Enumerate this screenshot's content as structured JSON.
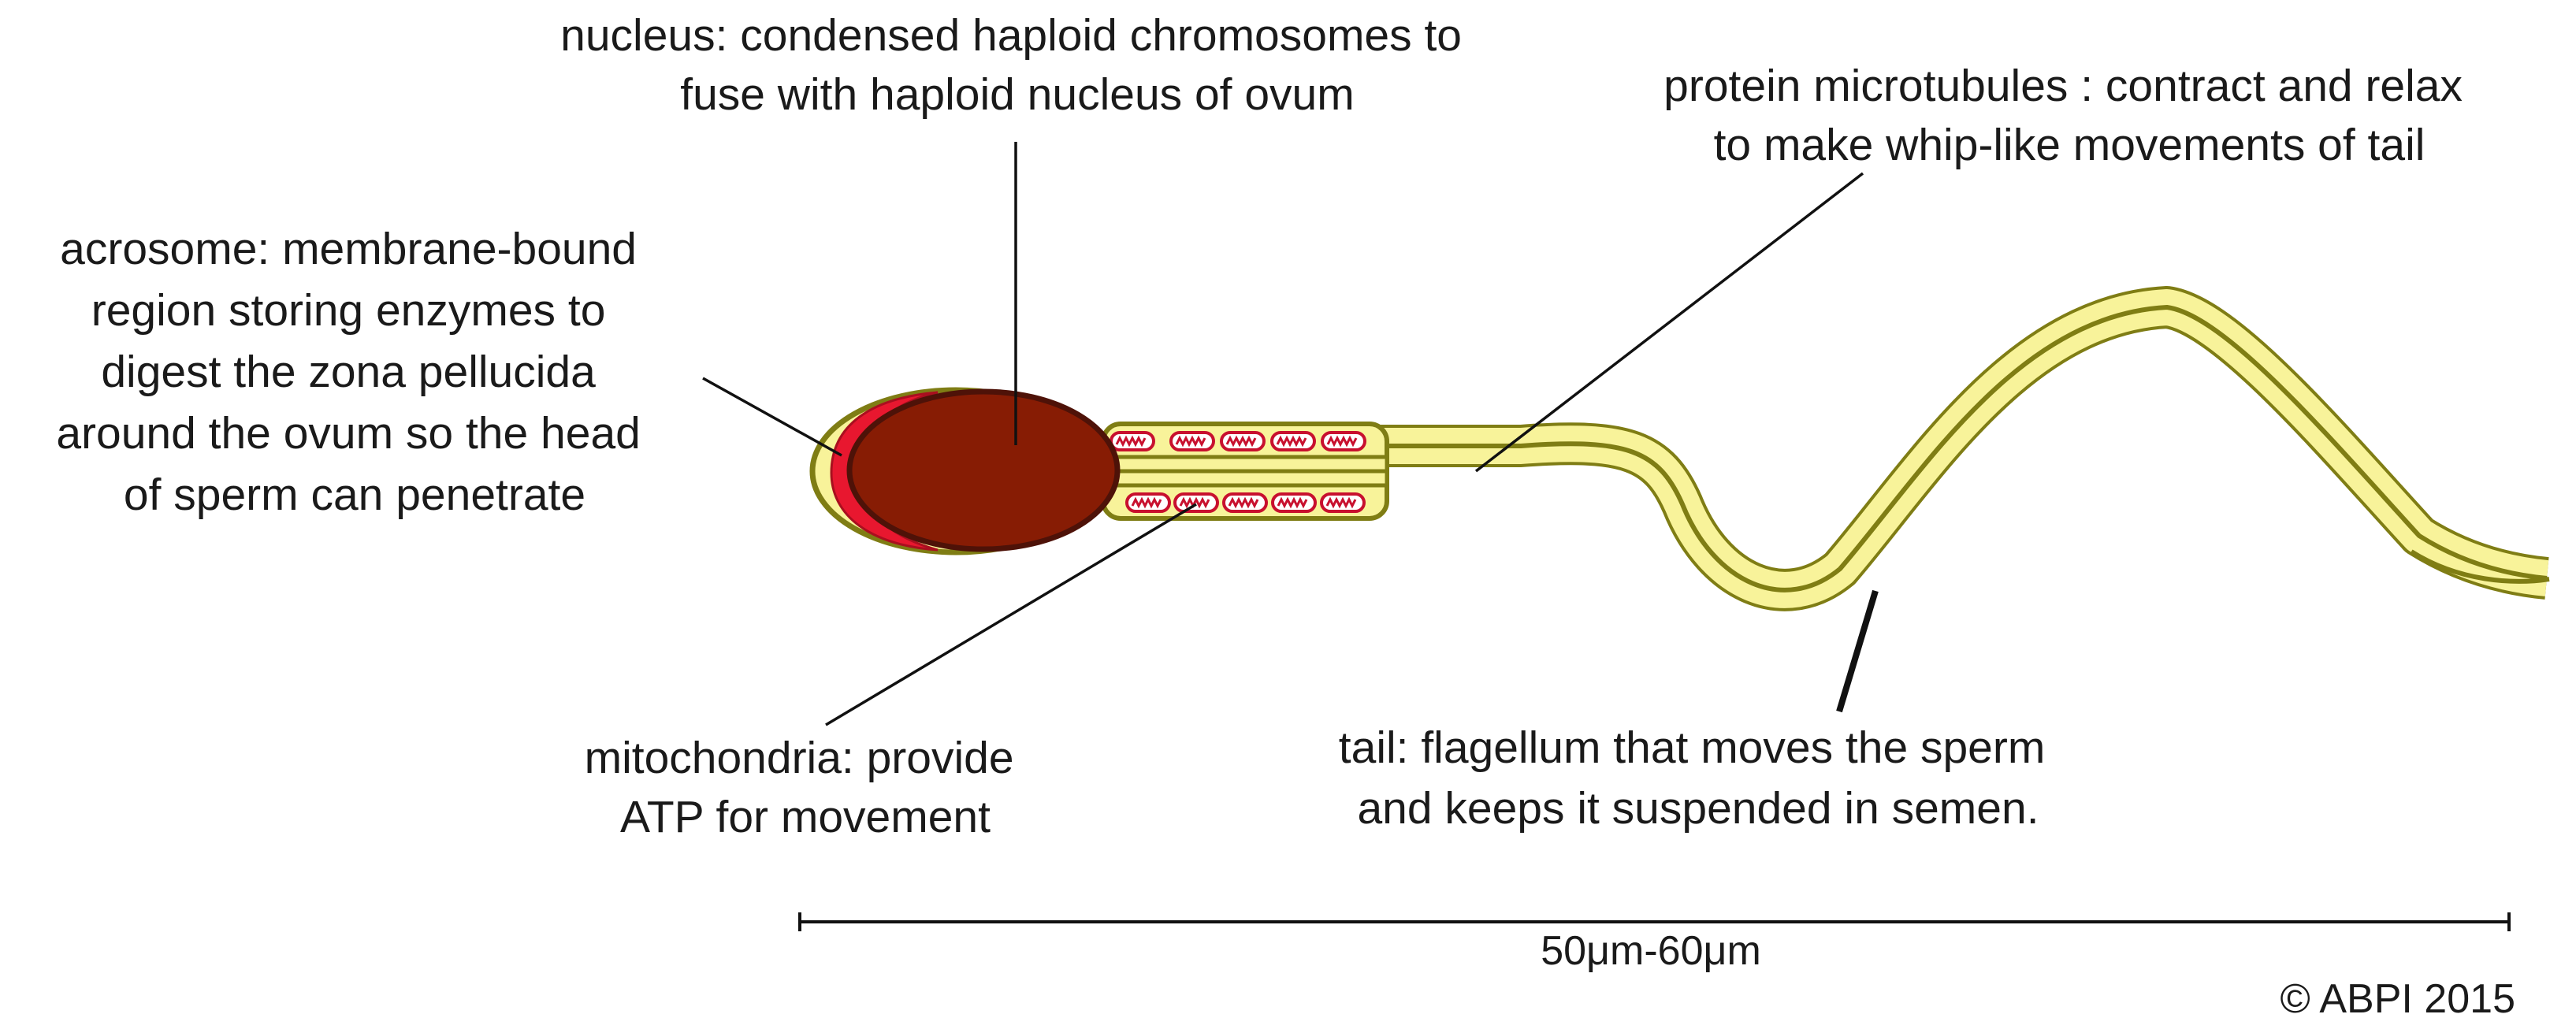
{
  "labels": {
    "nucleus": [
      "nucleus: condensed haploid chromosomes to",
      "fuse with haploid nucleus of ovum"
    ],
    "microtubules": [
      "protein microtubules : contract and relax",
      "to make whip-like movements of tail"
    ],
    "acrosome": [
      "acrosome: membrane-bound",
      "region storing enzymes to",
      "digest the zona pellucida",
      "around the ovum so the head",
      "of sperm can penetrate"
    ],
    "mitochondria": [
      "mitochondria: provide",
      "ATP for movement"
    ],
    "tail": [
      "tail: flagellum that moves the sperm",
      "and keeps it suspended in semen."
    ]
  },
  "scale_bar": {
    "label": "50μm-60μm"
  },
  "copyright": "© ABPI 2015",
  "colors": {
    "outline": "#7f7d14",
    "tail_fill": "#f8f39a",
    "acrosome": "#e8172f",
    "nucleus": "#871c04",
    "nucleus_edge": "#4e1208",
    "mitochondria_outline": "#c8102e",
    "mitochondria_fill": "#ffffff"
  },
  "icons": {
    "mitochondria": "mitochondrion-icon",
    "nucleus": "nucleus-shape",
    "acrosome": "acrosome-crescent"
  }
}
